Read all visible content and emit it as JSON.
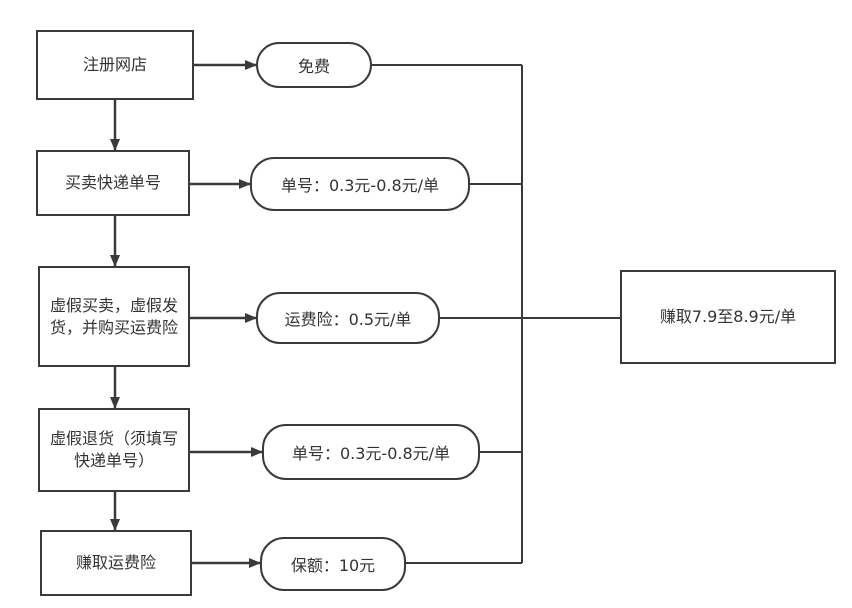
{
  "steps": [
    {
      "id": "register",
      "label": "注册网店"
    },
    {
      "id": "buy-tracking",
      "label": "买卖快递单号"
    },
    {
      "id": "fake-trade",
      "label": "虚假买卖，虚假发货，并购买运费险"
    },
    {
      "id": "fake-return",
      "label": "虚假退货（须填写快递单号）"
    },
    {
      "id": "earn-insurance",
      "label": "赚取运费险"
    }
  ],
  "costs": [
    {
      "id": "free",
      "label": "免费"
    },
    {
      "id": "tracking-cost",
      "label": "单号：0.3元-0.8元/单"
    },
    {
      "id": "insurance-cost",
      "label": "运费险：0.5元/单"
    },
    {
      "id": "return-tracking-cost",
      "label": "单号：0.3元-0.8元/单"
    },
    {
      "id": "payout",
      "label": "保额：10元"
    }
  ],
  "result": {
    "label": "赚取7.9至8.9元/单"
  }
}
